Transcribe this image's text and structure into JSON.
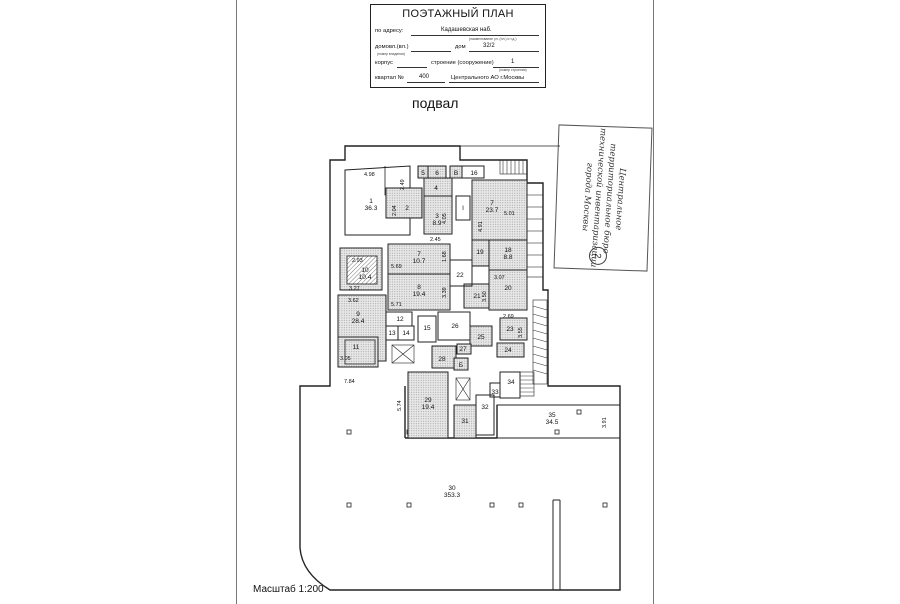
{
  "title_block": {
    "title": "ПОЭТАЖНЫЙ ПЛАН",
    "address_label": "по адресу:",
    "address_value": "Кадашевская наб.",
    "address_hint": "(наименование ул. (пл.) и т.д.)",
    "domovl_label": "домовл.(вл.)",
    "domovl_hint": "(номер владения)",
    "dom_label": "дом",
    "dom_value": "32/2",
    "korpus_label": "корпус",
    "stroenie_label": "строение (сооружение)",
    "stroenie_value": "1",
    "stroenie_hint": "(номер строения)",
    "kvartal_label": "квартал №",
    "kvartal_value": "400",
    "district_value": "Центрального АО г.Москвы"
  },
  "floor_name": "подвал",
  "scale": "Масштаб 1:200",
  "stamp": {
    "lines": [
      "Центральное",
      "территориальное бюро",
      "технической инвентаризации",
      "города Москвы"
    ],
    "number": "2"
  },
  "rooms": [
    {
      "id": "1",
      "num": "1",
      "area": "36.3"
    },
    {
      "id": "2",
      "num": "2",
      "area": ""
    },
    {
      "id": "3",
      "num": "3",
      "area": "8.9"
    },
    {
      "id": "4",
      "num": "4",
      "area": ""
    },
    {
      "id": "5",
      "num": "5",
      "area": ""
    },
    {
      "id": "6",
      "num": "6",
      "area": ""
    },
    {
      "id": "7a",
      "num": "7",
      "area": "23.7"
    },
    {
      "id": "7b",
      "num": "7",
      "area": "10.7"
    },
    {
      "id": "8",
      "num": "8",
      "area": "19.4"
    },
    {
      "id": "9",
      "num": "9",
      "area": "28.4"
    },
    {
      "id": "10",
      "num": "10",
      "area": "10.4"
    },
    {
      "id": "11",
      "num": "11",
      "area": ""
    },
    {
      "id": "12",
      "num": "12",
      "area": ""
    },
    {
      "id": "13",
      "num": "13",
      "area": ""
    },
    {
      "id": "14",
      "num": "14",
      "area": ""
    },
    {
      "id": "15",
      "num": "15",
      "area": ""
    },
    {
      "id": "16",
      "num": "16",
      "area": ""
    },
    {
      "id": "18",
      "num": "18",
      "area": "8.8"
    },
    {
      "id": "19",
      "num": "19",
      "area": ""
    },
    {
      "id": "20",
      "num": "20",
      "area": ""
    },
    {
      "id": "21",
      "num": "21",
      "area": ""
    },
    {
      "id": "22",
      "num": "22",
      "area": ""
    },
    {
      "id": "23",
      "num": "23",
      "area": ""
    },
    {
      "id": "24",
      "num": "24",
      "area": ""
    },
    {
      "id": "25",
      "num": "25",
      "area": ""
    },
    {
      "id": "26",
      "num": "26",
      "area": ""
    },
    {
      "id": "27",
      "num": "27",
      "area": ""
    },
    {
      "id": "28",
      "num": "28",
      "area": ""
    },
    {
      "id": "29",
      "num": "29",
      "area": "19.4"
    },
    {
      "id": "30",
      "num": "30",
      "area": "353.3"
    },
    {
      "id": "31",
      "num": "31",
      "area": ""
    },
    {
      "id": "32",
      "num": "32",
      "area": ""
    },
    {
      "id": "33",
      "num": "33",
      "area": ""
    },
    {
      "id": "34",
      "num": "34",
      "area": ""
    },
    {
      "id": "35",
      "num": "35",
      "area": "34.5"
    },
    {
      "id": "B",
      "num": "Б",
      "area": ""
    },
    {
      "id": "V",
      "num": "В",
      "area": ""
    },
    {
      "id": "I",
      "num": "I",
      "area": ""
    }
  ],
  "dimensions": [
    "4.98",
    "2.49",
    "2.04",
    "4.05",
    "2.45",
    "4.91",
    "5.01",
    "2.93",
    "5.69",
    "1.68",
    "3.39",
    "3.07",
    "3.27",
    "3.62",
    "5.71",
    "3.50",
    "2.69",
    "3.55",
    "3.05",
    "7.84",
    "5.74",
    "3.91"
  ]
}
